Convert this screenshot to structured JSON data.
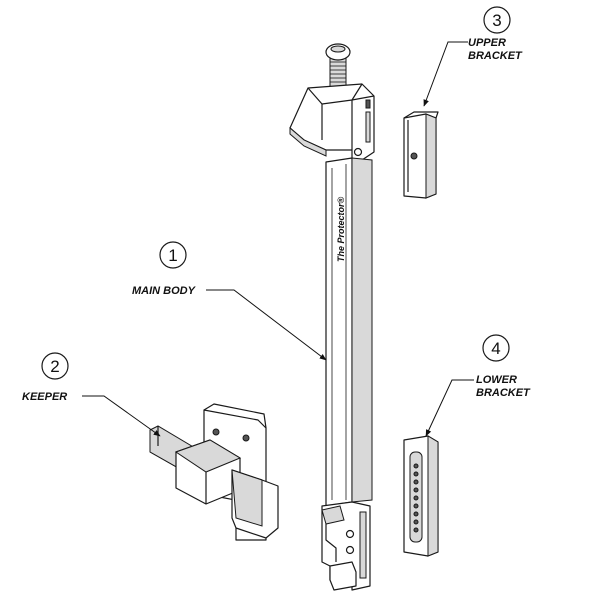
{
  "callouts": [
    {
      "number": "1",
      "label_lines": [
        "MAIN BODY"
      ]
    },
    {
      "number": "2",
      "label_lines": [
        "KEEPER"
      ]
    },
    {
      "number": "3",
      "label_lines": [
        "UPPER",
        "BRACKET"
      ]
    },
    {
      "number": "4",
      "label_lines": [
        "LOWER",
        "BRACKET"
      ]
    }
  ],
  "brand_text": "The Protector®"
}
